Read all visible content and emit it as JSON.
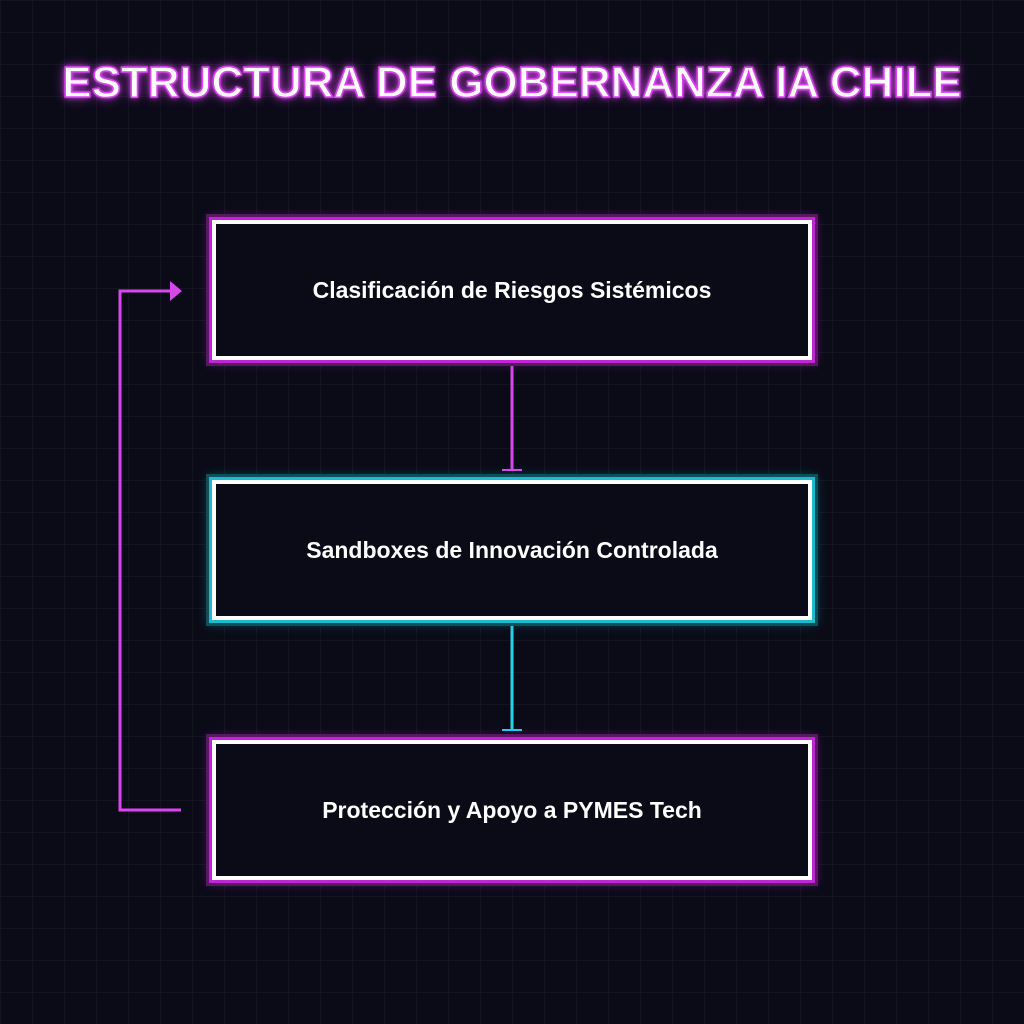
{
  "title": "ESTRUCTURA DE GOBERNANZA IA CHILE",
  "nodes": [
    {
      "label": "Clasificación de Riesgos Sistémicos",
      "accent": "#c026d3"
    },
    {
      "label": "Sandboxes de Innovación Controlada",
      "accent": "#22b8cf"
    },
    {
      "label": "Protección y Apoyo a PYMES Tech",
      "accent": "#c026d3"
    }
  ],
  "colors": {
    "background": "#0b0b18",
    "magenta": "#d946ef",
    "cyan": "#22d3ee",
    "text": "#ffffff"
  }
}
